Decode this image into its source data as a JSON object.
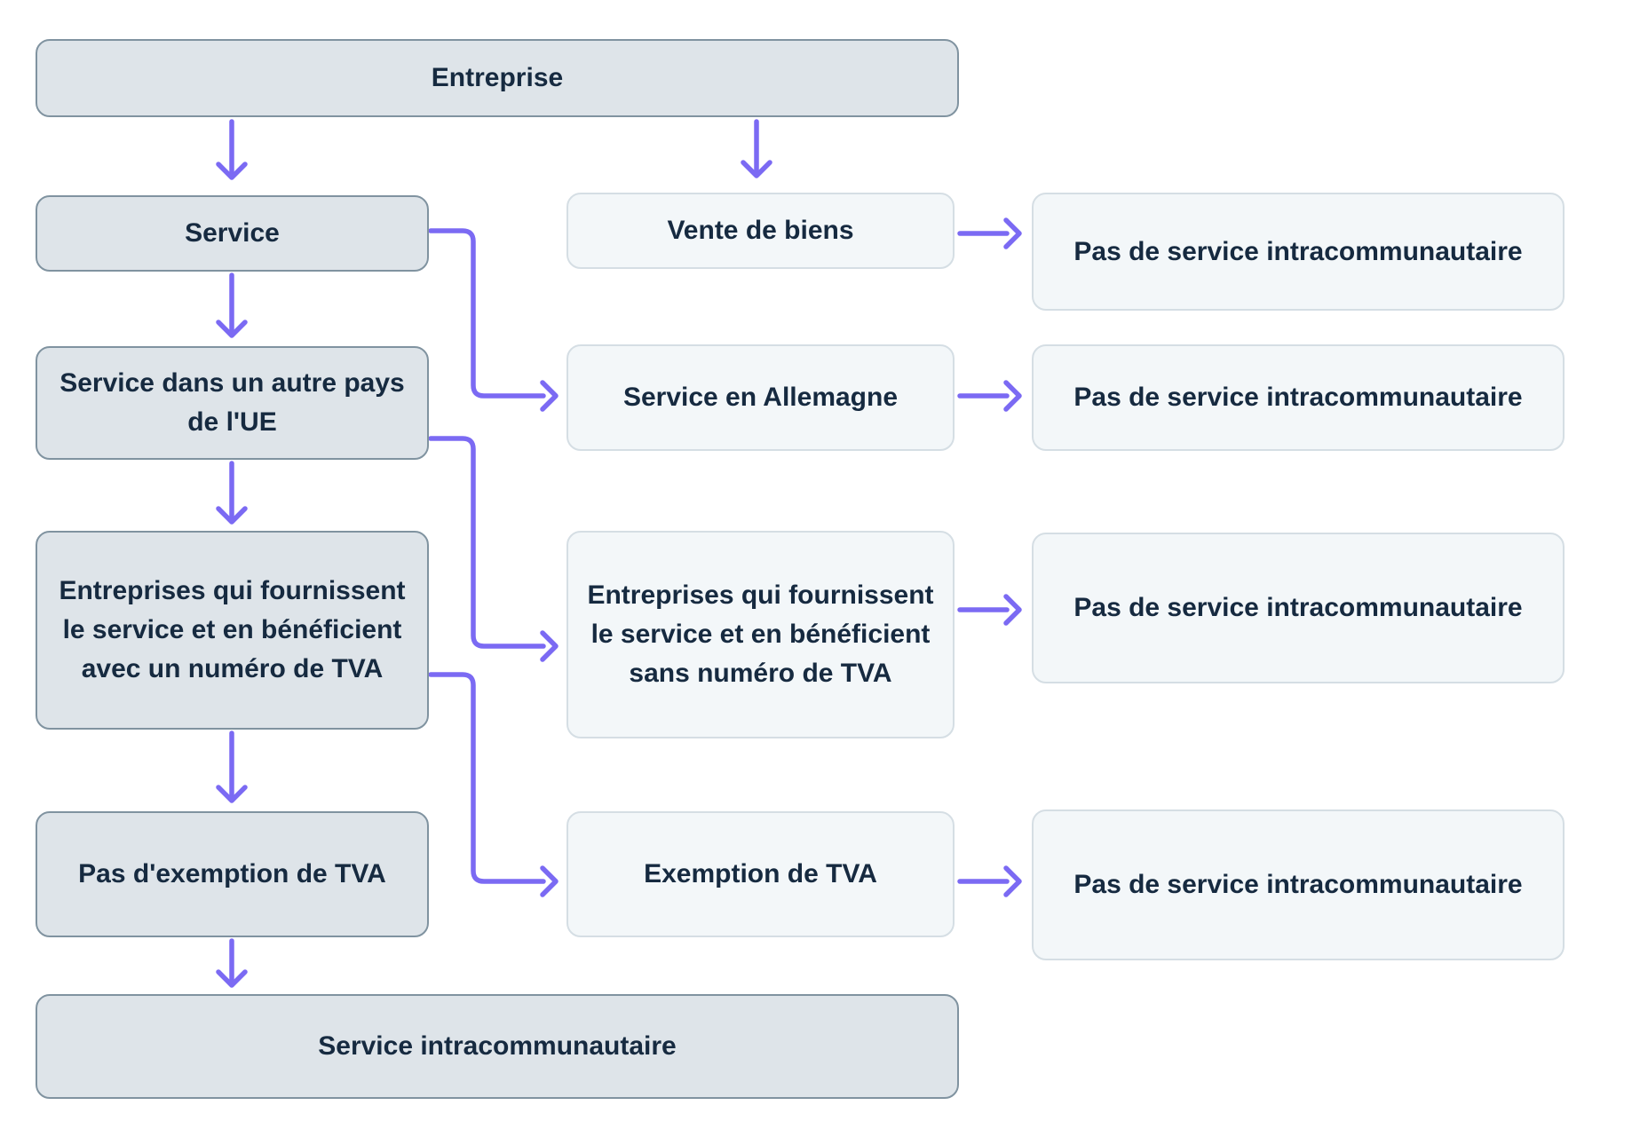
{
  "colors": {
    "accent": "#7b6af3",
    "node-dark-bg": "#dee4e9",
    "node-dark-border": "#8093a0",
    "node-light-bg": "#f3f7f9",
    "node-light-border": "#d5dee4",
    "text": "#162a40"
  },
  "diagram": {
    "nodes": {
      "entreprise": {
        "label": "Entreprise"
      },
      "service": {
        "label": "Service"
      },
      "vente_de_biens": {
        "label": "Vente de biens"
      },
      "pas_service_1": {
        "label": "Pas de service intracommunautaire"
      },
      "service_autre_pays": {
        "label": [
          "Service dans un autre pays",
          "de l'UE"
        ]
      },
      "service_allemagne": {
        "label": "Service en Allemagne"
      },
      "pas_service_2": {
        "label": "Pas de service intracommunautaire"
      },
      "fournissent_avec_tva": {
        "label": [
          "Entreprises qui fournissent",
          "le service et en bénéficient",
          "avec un numéro de TVA"
        ]
      },
      "fournissent_sans_tva": {
        "label": [
          "Entreprises qui fournissent",
          "le service et en bénéficient",
          "sans numéro de TVA"
        ]
      },
      "pas_service_3": {
        "label": "Pas de service intracommunautaire"
      },
      "pas_exemption": {
        "label": "Pas d'exemption de TVA"
      },
      "exemption": {
        "label": "Exemption de TVA"
      },
      "pas_service_4": {
        "label": "Pas de service intracommunautaire"
      },
      "service_intracommunautaire": {
        "label": "Service intracommunautaire"
      }
    }
  }
}
